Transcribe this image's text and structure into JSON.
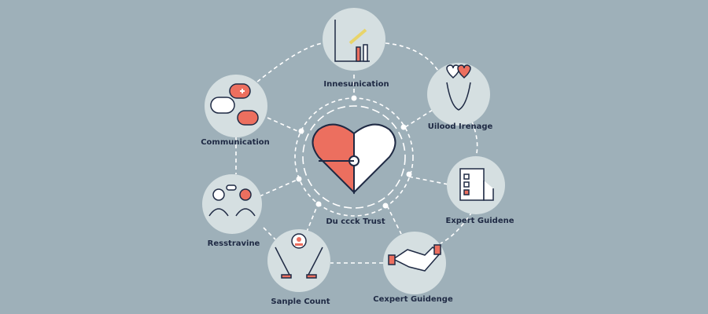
{
  "center": {
    "label": "Du ϲϲck Trust",
    "icon": "puzzle-heart-icon"
  },
  "nodes": [
    {
      "label": "Innesunication",
      "icon": "key-chart-icon"
    },
    {
      "label": "Uilood Irenage",
      "icon": "hands-hearts-icon"
    },
    {
      "label": "Expert Guidene",
      "icon": "checklist-icon"
    },
    {
      "label": "Cexpert Guidenge",
      "icon": "handshake-icon"
    },
    {
      "label": "Sanple Count",
      "icon": "hands-person-icon"
    },
    {
      "label": "Resstravine",
      "icon": "people-talk-icon"
    },
    {
      "label": "Communication",
      "icon": "chat-bubbles-icon"
    }
  ],
  "colors": {
    "background": "#9eb0b9",
    "circle": "#d5dfe1",
    "accent": "#ec6f5f",
    "ink": "#1f2a44"
  }
}
